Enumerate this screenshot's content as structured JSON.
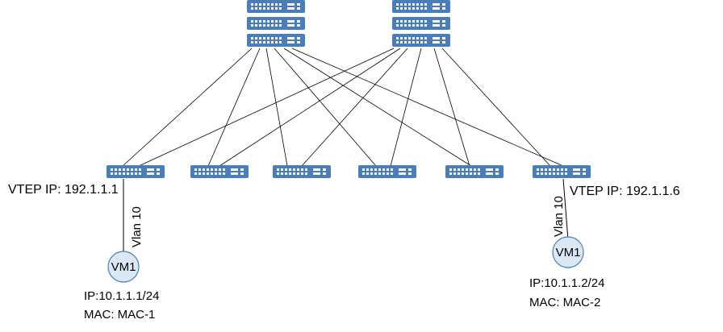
{
  "colors": {
    "switch_fill": "#4a7ebb",
    "switch_port": "#ffffff",
    "link": "#000000",
    "vm_fill": "#dbe9f6",
    "vm_stroke": "#4a7ebb"
  },
  "icons": {
    "spine": "stacked-switch-icon",
    "leaf": "switch-icon",
    "vm": "virtual-machine-circle-icon"
  },
  "spines": [
    {
      "id": "spine-1"
    },
    {
      "id": "spine-2"
    }
  ],
  "leaves": [
    {
      "id": "leaf-1"
    },
    {
      "id": "leaf-2"
    },
    {
      "id": "leaf-3"
    },
    {
      "id": "leaf-4"
    },
    {
      "id": "leaf-5"
    },
    {
      "id": "leaf-6"
    }
  ],
  "left_host": {
    "vtep": "VTEP IP: 192.1.1.1",
    "vlan": "Vlan 10",
    "vm_name": "VM1",
    "ip": "IP:10.1.1.1/24",
    "mac": "MAC: MAC-1"
  },
  "right_host": {
    "vtep": "VTEP IP: 192.1.1.6",
    "vlan": "Vlan 10",
    "vm_name": "VM1",
    "ip": "IP:10.1.1.2/24",
    "mac": "MAC: MAC-2"
  }
}
